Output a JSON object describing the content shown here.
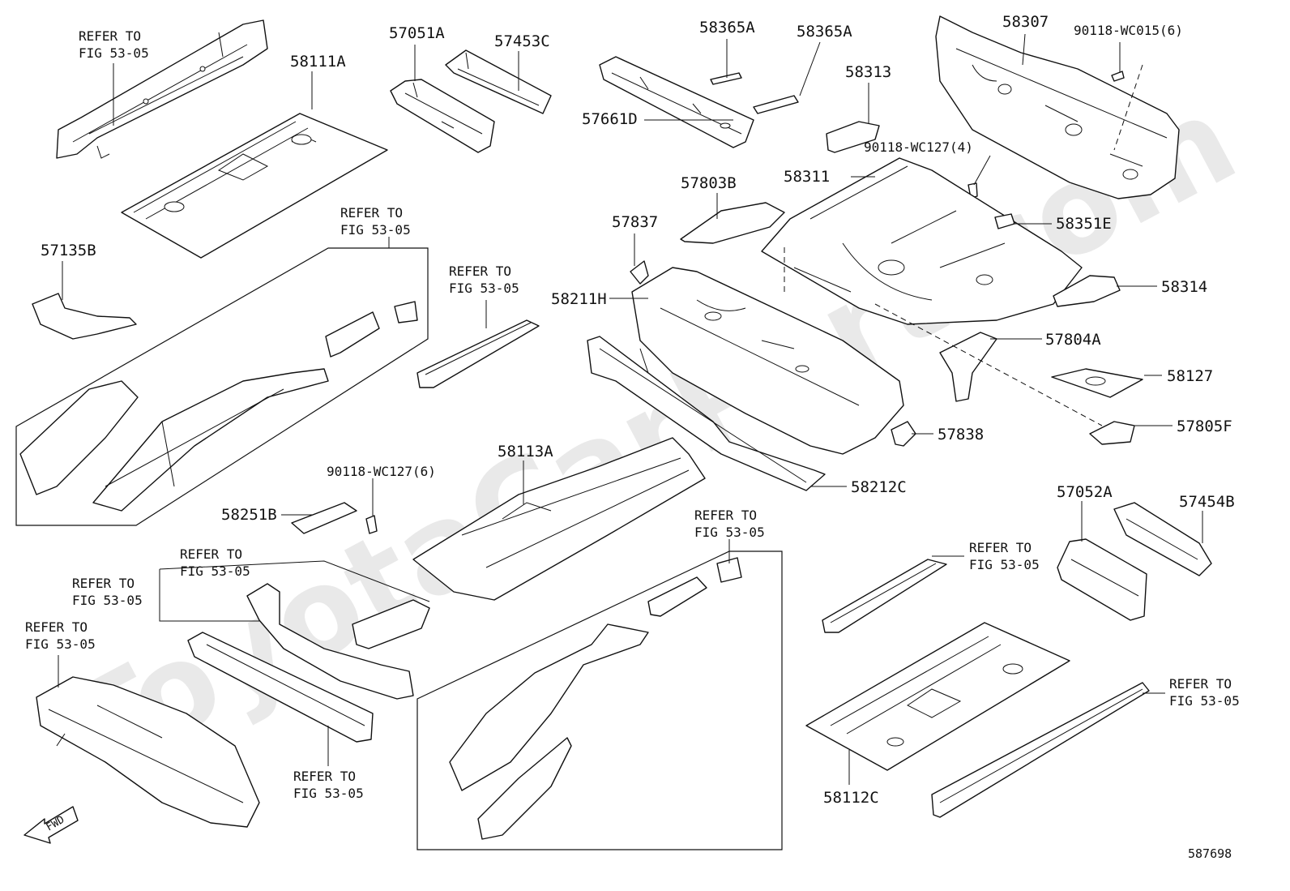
{
  "diagram": {
    "watermark": "ToyotaCarPart.com",
    "fwd_label": "FWD",
    "figure_id": "587698",
    "refer_label": [
      "REFER TO",
      "FIG 53-05"
    ],
    "part_numbers": {
      "p58111A": "58111A",
      "p57051A": "57051A",
      "p57453C": "57453C",
      "p58365A_1": "58365A",
      "p58365A_2": "58365A",
      "p57661D": "57661D",
      "p58313": "58313",
      "p58307": "58307",
      "p90118_WC015": "90118-WC015(6)",
      "p90118_WC127_4": "90118-WC127(4)",
      "p58311": "58311",
      "p57803B": "57803B",
      "p57837": "57837",
      "p58351E": "58351E",
      "p57135B": "57135B",
      "p58211H": "58211H",
      "p58314": "58314",
      "p57804A": "57804A",
      "p58127": "58127",
      "p57838": "57838",
      "p57805F": "57805F",
      "p58212C": "58212C",
      "p58113A": "58113A",
      "p90118_WC127_6": "90118-WC127(6)",
      "p58251B": "58251B",
      "p57052A": "57052A",
      "p57454B": "57454B",
      "p58112C": "58112C"
    }
  }
}
